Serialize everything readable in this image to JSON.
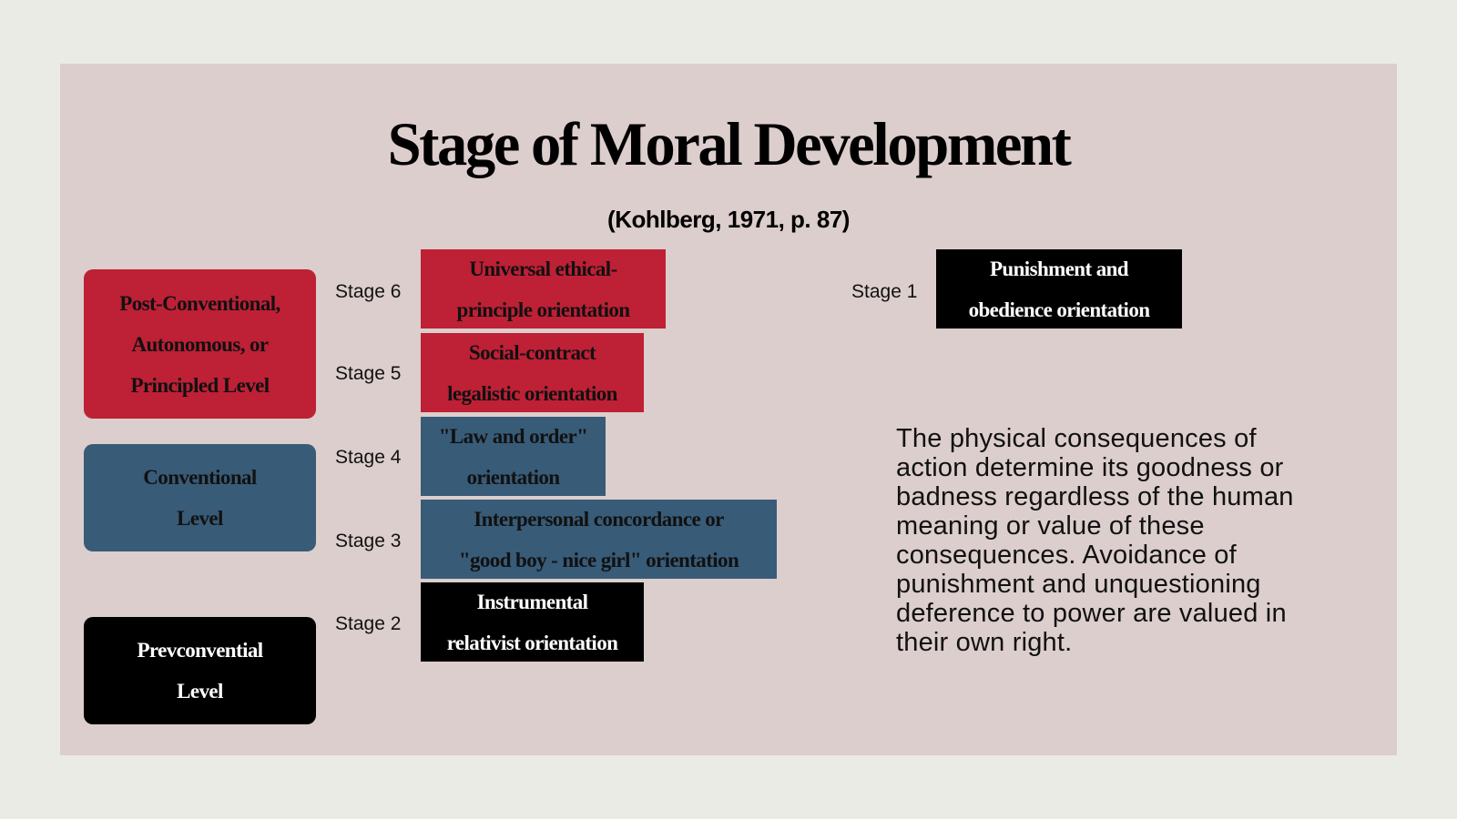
{
  "slide": {
    "title": "Stage of Moral Development",
    "citation": "(Kohlberg, 1971, p. 87)",
    "colors": {
      "page_background": "#EBEBE5",
      "slide_background": "#DCCECC",
      "post_conventional": "#BE2035",
      "conventional": "#385B78",
      "preconventional": "#000000"
    },
    "levels": [
      {
        "name": "Post-Conventional, Autonomous, or Principled Level",
        "lines": [
          "Post-Conventional,",
          "Autonomous, or",
          "Principled Level"
        ],
        "color": "#BE2035"
      },
      {
        "name": "Conventional Level",
        "lines": [
          "Conventional",
          "Level"
        ],
        "color": "#385B78"
      },
      {
        "name": "Prevconvential Level",
        "lines": [
          "Prevconvential",
          "Level"
        ],
        "color": "#000000"
      }
    ],
    "stages": [
      {
        "label": "Stage 6",
        "lines": [
          "Universal ethical-",
          "principle orientation"
        ],
        "level": "Post-Conventional"
      },
      {
        "label": "Stage 5",
        "lines": [
          "Social-contract",
          "legalistic orientation"
        ],
        "level": "Post-Conventional"
      },
      {
        "label": "Stage 4",
        "lines": [
          "\"Law and order\"",
          "orientation"
        ],
        "level": "Conventional"
      },
      {
        "label": "Stage 3",
        "lines": [
          "Interpersonal concordance or",
          "\"good boy - nice girl\" orientation"
        ],
        "level": "Conventional"
      },
      {
        "label": "Stage 2",
        "lines": [
          "Instrumental",
          "relativist orientation"
        ],
        "level": "Preconventional"
      },
      {
        "label": "Stage 1",
        "lines": [
          "Punishment and",
          "obedience orientation"
        ],
        "level": "Preconventional"
      }
    ],
    "description": {
      "lines": [
        "The physical consequences of",
        "action determine its goodness or",
        "badness regardless of the human",
        "meaning or value of these",
        "consequences. Avoidance of",
        "punishment and unquestioning",
        "deference to power are valued in",
        "their own right."
      ]
    }
  }
}
